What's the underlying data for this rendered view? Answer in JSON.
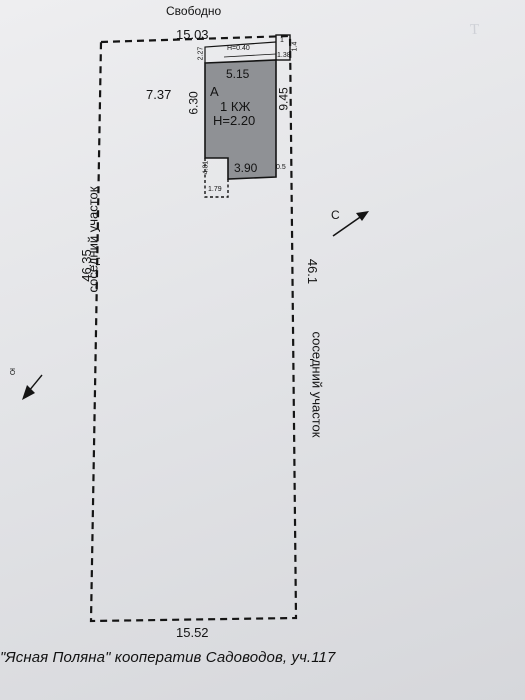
{
  "plan": {
    "top_neighbor": "Свободно",
    "left_neighbor": "соседний участок",
    "right_neighbor": "соседний участок",
    "dim_top": "15.03",
    "dim_bottom": "15.52",
    "dim_left": "46.35",
    "dim_right": "46.1",
    "dim_house_offset": "7.37",
    "house_letter": "А",
    "house_top": "5.15",
    "house_left": "6.30",
    "house_right": "9.45",
    "house_bottom": "3.90",
    "house_floors": "1 КЖ",
    "house_height": "H=2.20",
    "shed_height": "H=0.40",
    "shed_number": "1",
    "shed_width": "1.38",
    "shed_depth": "1.4",
    "shed_left": "2.27",
    "ext_depth": "4.81",
    "ext_width": "1.79",
    "step_width": "0.5",
    "north_label": "С",
    "south_label": "Ю"
  },
  "caption": "\"Ясная Поляна\" кооператив Садоводов, уч.117",
  "colors": {
    "ink": "#141414",
    "house_fill": "#8f9195",
    "paper": "#e6e7ea"
  }
}
